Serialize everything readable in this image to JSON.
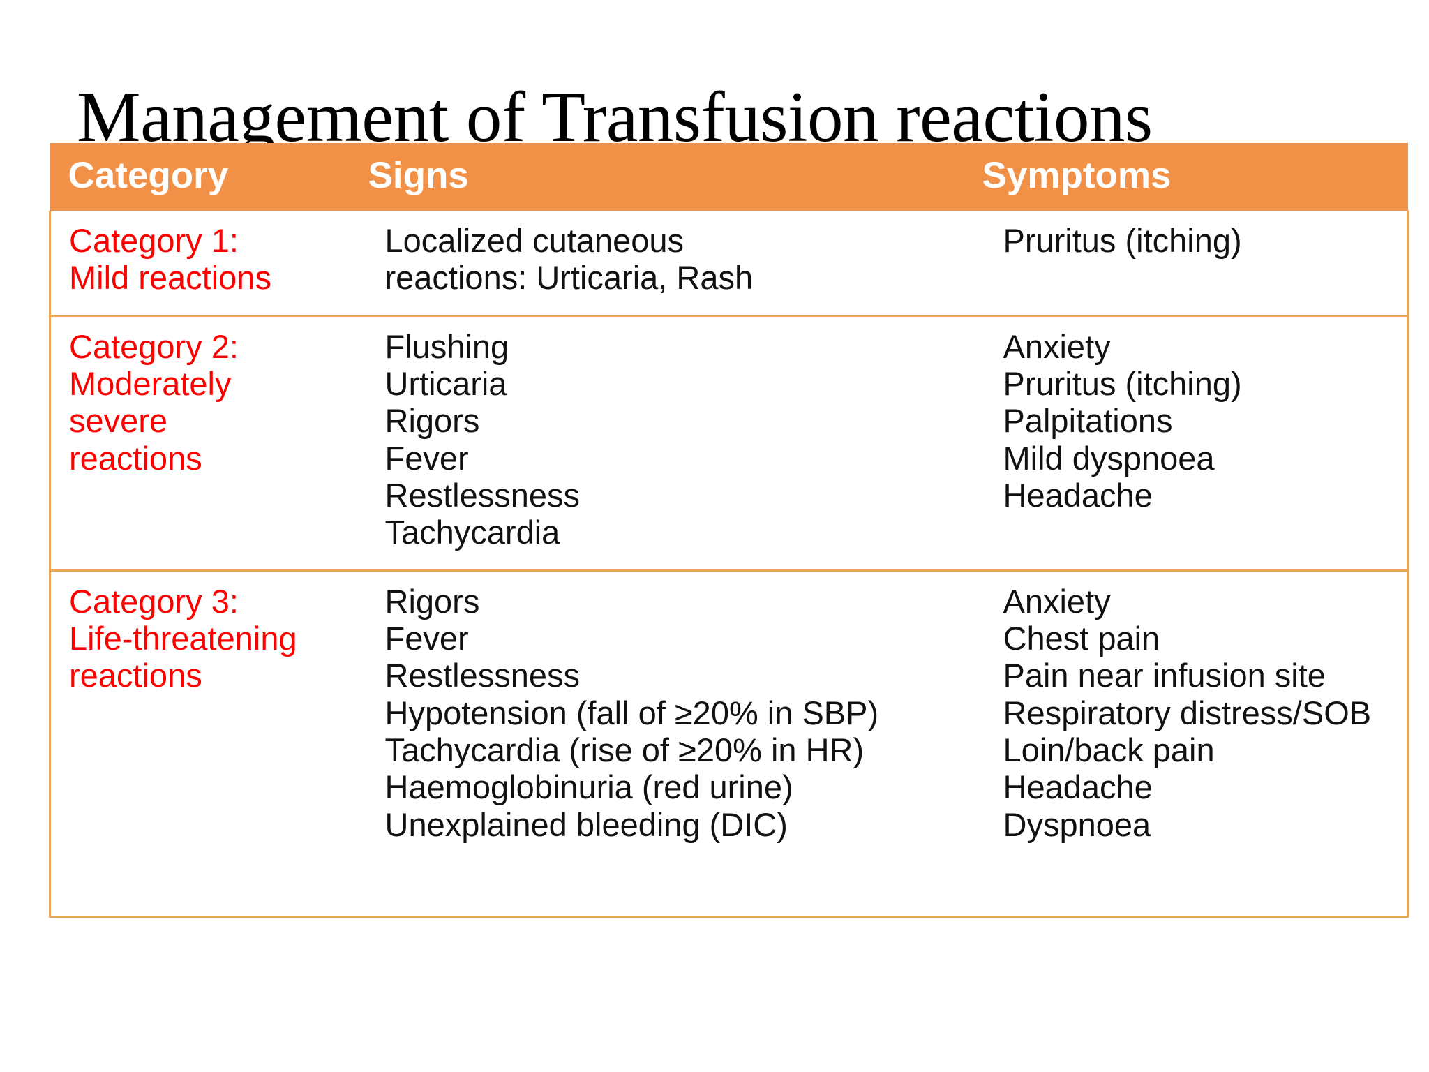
{
  "slide": {
    "title": "Management of Transfusion reactions",
    "colors": {
      "header_band": "#F19148",
      "table_border": "#EDA458",
      "category_text": "#FF0000",
      "body_text": "#111111",
      "header_text": "#FFFFFF",
      "background": "#FFFFFF"
    }
  },
  "table": {
    "headers": {
      "category": "Category",
      "signs": "Signs",
      "symptoms": "Symptoms"
    },
    "rows": [
      {
        "category_lines": [
          "Category 1:",
          "Mild reactions"
        ],
        "signs": [
          "Localized cutaneous",
          "reactions: Urticaria, Rash"
        ],
        "symptoms": [
          "Pruritus (itching)"
        ]
      },
      {
        "category_lines": [
          "Category 2:",
          "Moderately",
          "severe",
          "reactions"
        ],
        "signs": [
          "Flushing",
          "Urticaria",
          "Rigors",
          "Fever",
          "Restlessness",
          "Tachycardia"
        ],
        "symptoms": [
          "Anxiety",
          "Pruritus (itching)",
          "Palpitations",
          "Mild dyspnoea",
          "Headache"
        ]
      },
      {
        "category_lines": [
          "Category 3:",
          "Life-threatening",
          "reactions"
        ],
        "signs": [
          "Rigors",
          "Fever",
          "Restlessness",
          "Hypotension (fall of ≥20% in SBP)",
          "Tachycardia (rise of ≥20% in HR)",
          "Haemoglobinuria (red urine)",
          "Unexplained bleeding (DIC)"
        ],
        "symptoms": [
          "Anxiety",
          "Chest pain",
          "Pain near infusion site",
          "Respiratory distress/SOB",
          "Loin/back pain",
          "Headache",
          "Dyspnoea"
        ]
      }
    ]
  }
}
